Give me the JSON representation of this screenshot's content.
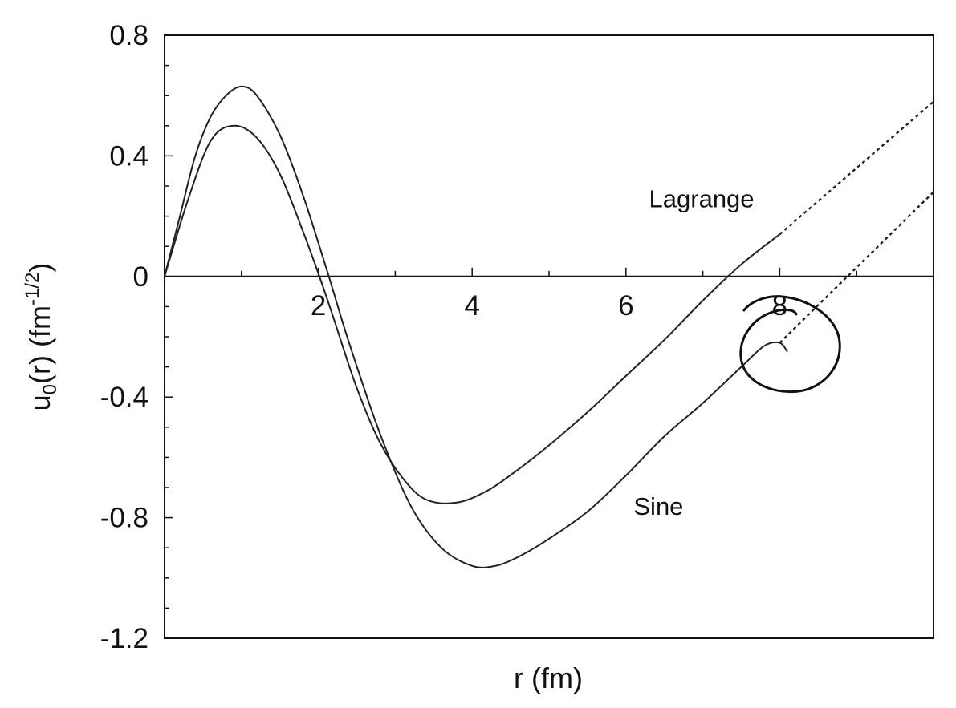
{
  "chart_data": {
    "type": "line",
    "xlabel": "r (fm)",
    "ylabel_main": "u",
    "ylabel_sub": "0",
    "ylabel_rest": "(r) (fm",
    "ylabel_sup": "-1/2",
    "ylabel_close": ")",
    "xlim": [
      0,
      10
    ],
    "ylim": [
      -1.2,
      0.8
    ],
    "x_ticks_major": [
      2,
      4,
      6,
      8
    ],
    "x_tick_labels": [
      "2",
      "4",
      "6",
      "8"
    ],
    "y_ticks_labeled": [
      0.8,
      0.4,
      0,
      -0.4,
      -0.8,
      -1.2
    ],
    "y_tick_labels": [
      "0.8",
      "0.4",
      "0",
      "-0.4",
      "-0.8",
      "-1.2"
    ],
    "grid": false,
    "series": [
      {
        "name": "Lagrange",
        "x": [
          0,
          0.3,
          0.6,
          0.9,
          1.2,
          1.5,
          1.8,
          2.0,
          2.2,
          2.5,
          2.8,
          3.1,
          3.4,
          3.8,
          4.2,
          4.6,
          5.0,
          5.5,
          6.0,
          6.5,
          7.0,
          7.5,
          8.0
        ],
        "y": [
          0,
          0.25,
          0.45,
          0.5,
          0.46,
          0.34,
          0.15,
          0.01,
          -0.14,
          -0.37,
          -0.55,
          -0.67,
          -0.74,
          -0.75,
          -0.71,
          -0.64,
          -0.56,
          -0.45,
          -0.33,
          -0.21,
          -0.08,
          0.04,
          0.14
        ],
        "dotted_x": [
          8.0,
          10.0
        ],
        "dotted_y": [
          0.14,
          0.58
        ]
      },
      {
        "name": "Sine",
        "x": [
          0,
          0.2,
          0.4,
          0.6,
          0.8,
          1.0,
          1.2,
          1.5,
          1.8,
          2.1,
          2.4,
          2.8,
          3.2,
          3.6,
          4.0,
          4.3,
          4.6,
          5.0,
          5.5,
          6.0,
          6.5,
          7.0,
          7.5,
          7.8,
          8.0,
          8.1
        ],
        "y": [
          0,
          0.2,
          0.4,
          0.53,
          0.6,
          0.63,
          0.6,
          0.47,
          0.27,
          0.03,
          -0.22,
          -0.52,
          -0.76,
          -0.9,
          -0.96,
          -0.96,
          -0.93,
          -0.87,
          -0.78,
          -0.66,
          -0.53,
          -0.42,
          -0.3,
          -0.23,
          -0.22,
          -0.25
        ],
        "dotted_x": [
          8.0,
          10.0
        ],
        "dotted_y": [
          -0.22,
          0.28
        ]
      }
    ],
    "annotations": [
      {
        "text": "Lagrange",
        "x": 6.3,
        "y": 0.23
      },
      {
        "text": "Sine",
        "x": 6.1,
        "y": -0.79
      }
    ],
    "hand_drawn_circle": {
      "center_x": 8.0,
      "center_y": -0.21,
      "marks": "ink circle around the kink of the Sine curve near r = 8"
    }
  }
}
